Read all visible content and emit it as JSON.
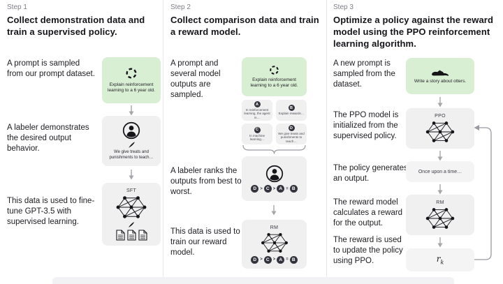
{
  "step1": {
    "label": "Step 1",
    "title": "Collect demonstration data and train a supervised policy.",
    "row1_text": "A prompt is sampled from our prompt dataset.",
    "prompt_caption": "Explain reinforcement learning to a 6 year old.",
    "row2_text": "A labeler demonstrates the desired output behavior.",
    "labeler_caption": "We give treats and punishments to teach…",
    "row3_text": "This data is used to fine-tune GPT-3.5 with supervised learning.",
    "model_label": "SFT"
  },
  "step2": {
    "label": "Step 2",
    "title": "Collect comparison data and train a reward model.",
    "row1_text": "A prompt and several model outputs are sampled.",
    "prompt_caption": "Explain reinforcement learning to a 6 year old.",
    "outputs": [
      {
        "letter": "A",
        "text": "In reinforcement learning, the agent is…"
      },
      {
        "letter": "B",
        "text": "Explain rewards…"
      },
      {
        "letter": "C",
        "text": "In machine learning…"
      },
      {
        "letter": "D",
        "text": "We give treats and punishments to teach…"
      }
    ],
    "row2_text": "A labeler ranks the outputs from best to worst.",
    "ranking": {
      "letters": [
        "D",
        "C",
        "A",
        "B"
      ],
      "separators": [
        ">",
        ">",
        "="
      ]
    },
    "row3_text": "This data is used to train our reward model.",
    "model_label": "RM"
  },
  "step3": {
    "label": "Step 3",
    "title": "Optimize a policy against the reward model using the PPO reinforcement learning algorithm.",
    "row1_text": "A new prompt is sampled from the dataset.",
    "prompt_caption": "Write a story about otters.",
    "row2_text": "The PPO model is initialized from the supervised policy.",
    "ppo_label": "PPO",
    "row3_text": "The policy generates an output.",
    "output_text": "Once upon a time…",
    "row4_text": "The reward model calculates a reward for the output.",
    "rm_label": "RM",
    "row5_text": "The reward is used to update the policy using PPO.",
    "reward_base": "r",
    "reward_sub": "k"
  },
  "colors": {
    "green_box": "#d9efd4",
    "gray_box": "#f0f0f1",
    "dark": "#141419",
    "badge": "#33343d",
    "arrow": "#a6a6ab"
  }
}
